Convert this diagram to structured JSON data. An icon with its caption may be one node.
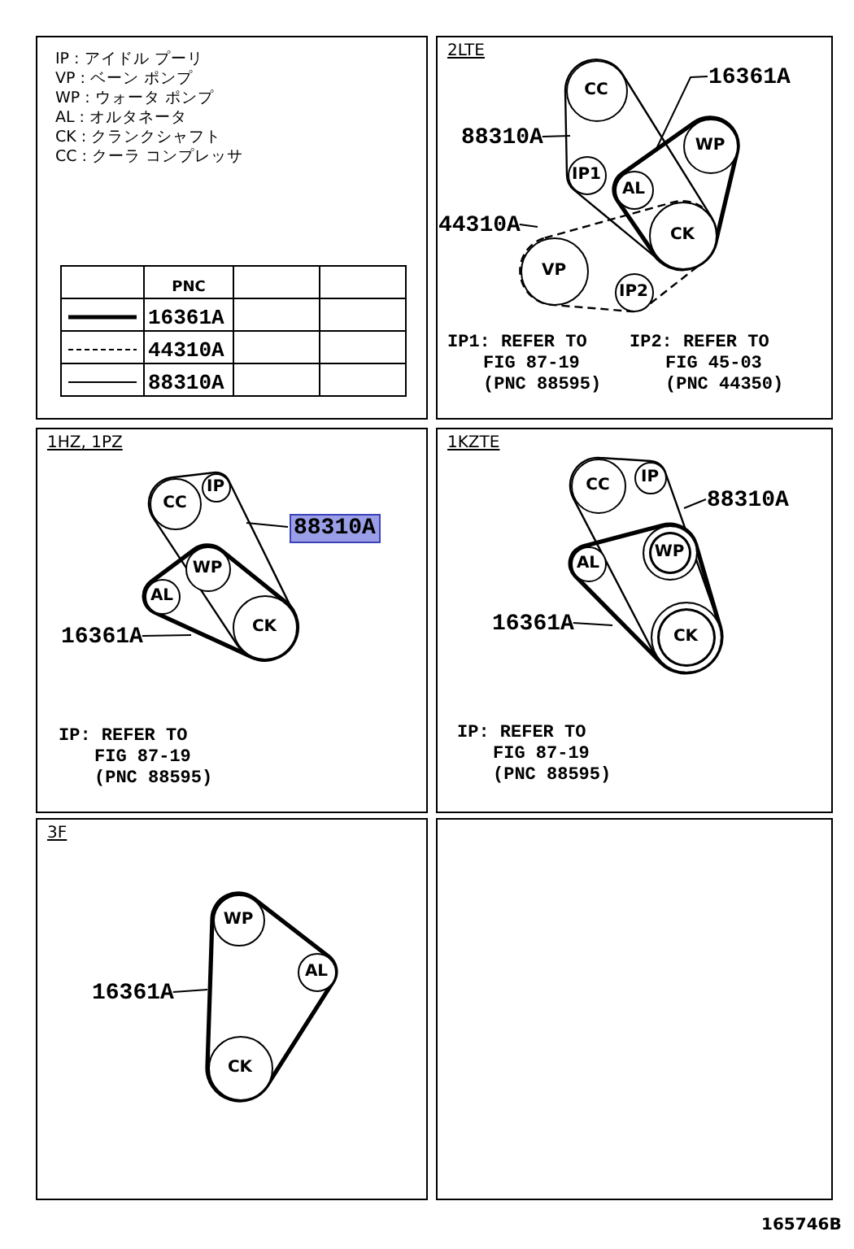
{
  "diagram": {
    "nodes": [
      {
        "text": [
          "2LTE"
        ]
      },
      {
        "text": [
          "CC"
        ],
        "in": 0
      },
      {
        "text": [
          "IP1"
        ],
        "in": 0
      },
      {
        "text": [
          "AL"
        ],
        "in": 0
      },
      {
        "text": [
          "WP"
        ],
        "in": 0
      },
      {
        "text": [
          "CK"
        ],
        "in": 0
      },
      {
        "text": [
          "VP"
        ],
        "in": 0
      },
      {
        "text": [
          "IP2"
        ],
        "in": 0
      },
      {
        "text": [
          "16361A"
        ],
        "in": 0
      },
      {
        "text": [
          "88310A"
        ],
        "in": 0
      },
      {
        "text": [
          "44310A"
        ],
        "in": 0
      },
      {
        "text": [
          "1HZ, 1PZ"
        ]
      },
      {
        "text": [
          "CC"
        ],
        "in": 11
      },
      {
        "text": [
          "IP"
        ],
        "in": 11
      },
      {
        "text": [
          "WP"
        ],
        "in": 11
      },
      {
        "text": [
          "AL"
        ],
        "in": 11
      },
      {
        "text": [
          "CK"
        ],
        "in": 11
      },
      {
        "text": [
          "88310A"
        ],
        "in": 11
      },
      {
        "text": [
          "16361A"
        ],
        "in": 11
      },
      {
        "text": [
          "1KZTE"
        ]
      },
      {
        "text": [
          "CC"
        ],
        "in": 19
      },
      {
        "text": [
          "IP"
        ],
        "in": 19
      },
      {
        "text": [
          "WP"
        ],
        "in": 19
      },
      {
        "text": [
          "AL"
        ],
        "in": 19
      },
      {
        "text": [
          "CK"
        ],
        "in": 19
      },
      {
        "text": [
          "88310A"
        ],
        "in": 19
      },
      {
        "text": [
          "16361A"
        ],
        "in": 19
      },
      {
        "text": [
          "3F"
        ]
      },
      {
        "text": [
          "WP"
        ],
        "in": 27
      },
      {
        "text": [
          "AL"
        ],
        "in": 27
      },
      {
        "text": [
          "CK"
        ],
        "in": 27
      },
      {
        "text": [
          "16361A"
        ],
        "in": 27
      }
    ],
    "edges": [
      {
        "from": 8,
        "to": null,
        "arrow": "none"
      },
      {
        "from": 9,
        "to": null,
        "arrow": "none"
      },
      {
        "from": 10,
        "to": null,
        "arrow": "none"
      },
      {
        "from": 17,
        "to": null,
        "arrow": "none"
      },
      {
        "from": 18,
        "to": null,
        "arrow": "none"
      },
      {
        "from": 25,
        "to": null,
        "arrow": "none"
      },
      {
        "from": 26,
        "to": null,
        "arrow": "none"
      },
      {
        "from": 31,
        "to": null,
        "arrow": "none"
      }
    ],
    "labels": [
      "IP : アイドル プーリ",
      "VP : ベーン ポンプ",
      "WP : ウォータ ポンプ",
      "AL : オルタネータ",
      "CK : クランクシャフト",
      "CC : クーラ コンプレッサ",
      "PNC",
      "IP1: REFER TO FIG 87-19 (PNC 88595)",
      "IP2: REFER TO FIG 45-03 (PNC 44350)",
      "IP: REFER TO FIG 87-19 (PNC 88595)",
      "IP: REFER TO FIG 87-19 (PNC 88595)",
      "165746B"
    ],
    "legend": [
      {
        "text": "16361A"
      },
      {
        "text": "44310A"
      },
      {
        "text": "88310A"
      }
    ]
  }
}
